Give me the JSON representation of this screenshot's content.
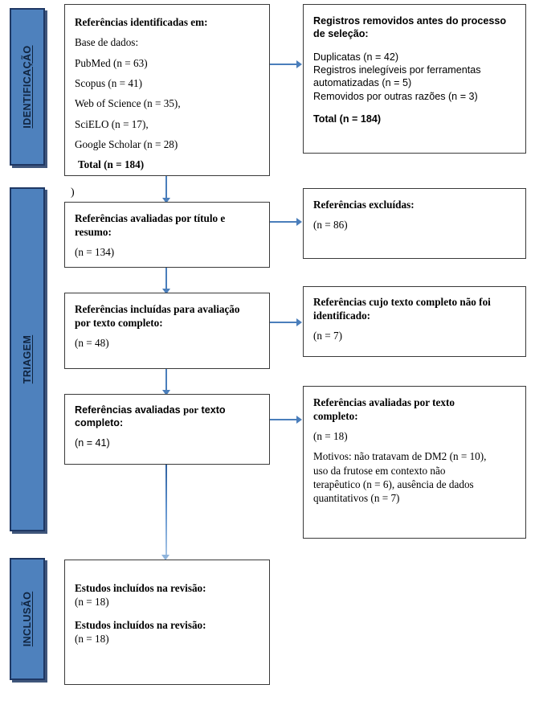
{
  "diagram": {
    "title": "PRISMA flow diagram",
    "accent_color": "#4E81BD",
    "border_color": "#1F3864",
    "connector_color": "#4A7EBB",
    "box_border_color": "#3A3A3A"
  },
  "phases": [
    {
      "id": "identificacao",
      "label": "IDENTIFICAÇÃO"
    },
    {
      "id": "triagem",
      "label": "TRIAGEM"
    },
    {
      "id": "inclusao",
      "label": "INCLUSÃO"
    }
  ],
  "boxes": {
    "identified": {
      "heading": "Referências identificadas em:",
      "lines": [
        "Base de dados:",
        "PubMed (n = 63)",
        "Scopus (n = 41)",
        "Web of Science (n = 35),",
        "SciELO (n = 17),",
        "Google Scholar (n = 28)"
      ],
      "total": "Total (n = 184)"
    },
    "removed": {
      "heading_line1": "Registros removidos antes do processo",
      "heading_line2": "de seleção:",
      "lines": [
        "Duplicatas (n = 42)",
        "Registros inelegíveis por ferramentas",
        "automatizadas (n = 5)",
        "Removidos por outras razões (n = 3)"
      ],
      "total": "Total (n = 184)"
    },
    "screened": {
      "heading_line1": "Referências avaliadas por título e",
      "heading_line2": "resumo:",
      "count": "(n = 134)"
    },
    "excluded": {
      "heading": "Referências excluídas:",
      "count": "(n = 86)"
    },
    "included_fulltext": {
      "heading_line1": "Referências incluídas para avaliação",
      "heading_line2": "por texto completo:",
      "count": "(n = 48)"
    },
    "not_retrieved": {
      "heading_line1": "Referências cujo texto completo não foi",
      "heading_line2": "identificado:",
      "count": "(n = 7)"
    },
    "assessed": {
      "heading_part1": "Referências avaliadas",
      "heading_part2": "por",
      "heading_part3": "texto",
      "heading_line2": "completo:",
      "count": "(n = 41)"
    },
    "assessed_excluded": {
      "heading_line1": "Referências avaliadas por texto",
      "heading_line2": "completo:",
      "count": "(n = 18)",
      "reasons": [
        "Motivos: não tratavam de DM2 (n = 10),",
        "uso da frutose em contexto não",
        "terapêutico (n = 6), ausência de dados",
        "quantitativos (n = 7)"
      ]
    },
    "included_final": {
      "heading_1": "Estudos incluídos na revisão:",
      "count_1": "(n = 18)",
      "heading_2": "Estudos incluídos na revisão:",
      "count_2": "(n = 18)"
    }
  },
  "artifacts": {
    "stray_paren": ")"
  }
}
